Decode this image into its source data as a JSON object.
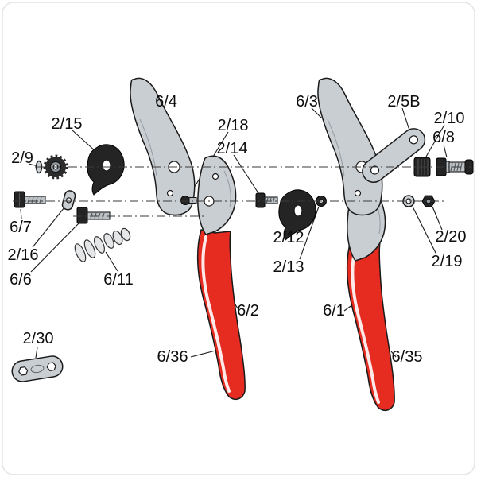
{
  "diagram": {
    "kind": "exploded-parts-diagram"
  },
  "colors": {
    "handle_red": "#e62b21",
    "metal_gray": "#c9ced3",
    "hardware_black": "#242424",
    "outline": "#1a1a1a",
    "background": "#ffffff"
  },
  "parts": {
    "p6_4": "6/4",
    "p2_15": "2/15",
    "p2_9": "2/9",
    "p6_7": "6/7",
    "p2_16": "2/16",
    "p6_6": "6/6",
    "p6_11": "6/11",
    "p2_18": "2/18",
    "p2_14": "2/14",
    "p6_2": "6/2",
    "p6_36": "6/36",
    "p2_30": "2/30",
    "p6_3": "6/3",
    "p2_5B": "2/5B",
    "p2_10": "2/10",
    "p6_8": "6/8",
    "p2_12": "2/12",
    "p2_13": "2/13",
    "p2_20": "2/20",
    "p2_19": "2/19",
    "p6_1": "6/1",
    "p6_35": "6/35"
  }
}
